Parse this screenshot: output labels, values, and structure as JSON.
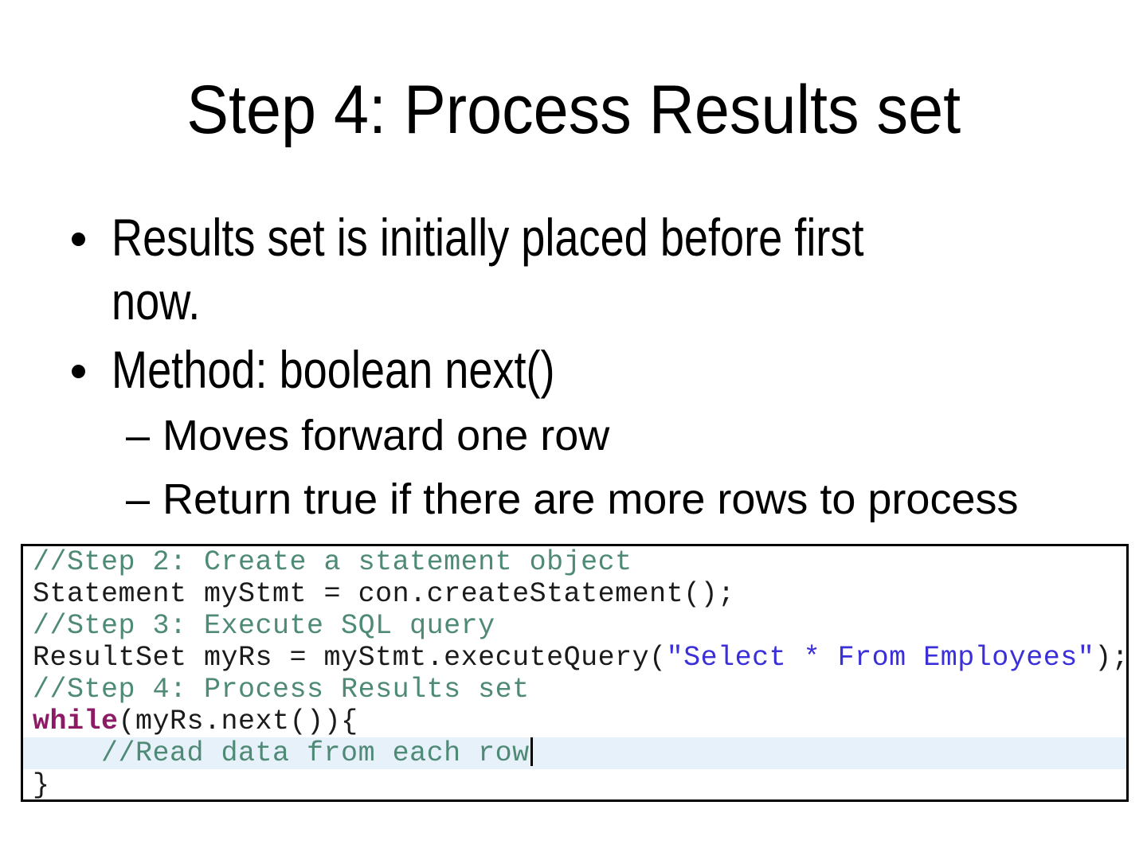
{
  "slide": {
    "title": "Step 4: Process Results set",
    "bullets": {
      "b1_line1": "Results set is initially placed before first",
      "b1_line2": "now.",
      "b2": "Method: boolean next()",
      "sub1": "Moves forward one row",
      "sub2": "Return true if there are more rows to process"
    },
    "glyphs": {
      "sub_dash": "–"
    }
  },
  "code": {
    "colors": {
      "plain": "#1b1b1b",
      "comment": "#4e8a76",
      "keyword": "#8c1a64",
      "string": "#3a2fd8",
      "highlight": "#e7f1fa",
      "border": "#000000"
    },
    "lines": [
      {
        "segments": [
          {
            "t": "//Step 2: Create a statement object",
            "c": "comment"
          }
        ]
      },
      {
        "segments": [
          {
            "t": "Statement myStmt = con.createStatement();",
            "c": "plain"
          }
        ]
      },
      {
        "segments": [
          {
            "t": "//Step 3: Execute SQL query",
            "c": "comment"
          }
        ]
      },
      {
        "segments": [
          {
            "t": "ResultSet myRs = myStmt.executeQuery(",
            "c": "plain"
          },
          {
            "t": "\"Select * From Employees\"",
            "c": "string"
          },
          {
            "t": ");",
            "c": "plain"
          }
        ]
      },
      {
        "segments": [
          {
            "t": "//Step 4: Process Results set",
            "c": "comment"
          }
        ]
      },
      {
        "segments": [
          {
            "t": "while",
            "c": "keyword"
          },
          {
            "t": "(myRs.next()){",
            "c": "plain"
          }
        ]
      },
      {
        "segments": [
          {
            "t": "    //Read data from each row",
            "c": "comment"
          }
        ],
        "highlight": true,
        "cursor": true
      },
      {
        "segments": [
          {
            "t": "}",
            "c": "plain"
          }
        ]
      }
    ]
  }
}
